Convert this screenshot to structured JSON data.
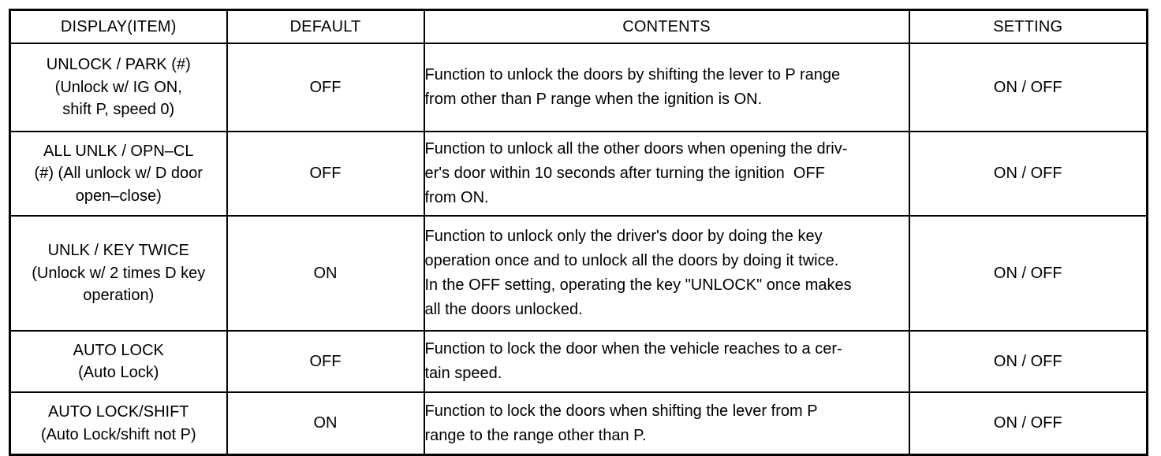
{
  "table": {
    "headers": [
      {
        "label": "DISPLAY(ITEM)"
      },
      {
        "label": "DEFAULT"
      },
      {
        "label": "CONTENTS"
      },
      {
        "label": "SETTING"
      }
    ],
    "rows": [
      {
        "item_lines": [
          "UNLOCK / PARK (#)",
          "(Unlock w/ IG ON,",
          "shift P, speed 0)"
        ],
        "default": "OFF",
        "contents_lines": [
          "Function to unlock the doors by shifting the lever to P range",
          "from other than P range when the ignition is ON."
        ],
        "setting": "ON / OFF"
      },
      {
        "item_lines": [
          "ALL UNLK / OPN–CL",
          "(#) (All unlock w/ D door",
          "open–close)"
        ],
        "default": "OFF",
        "contents_lines": [
          "Function to unlock all the other doors when opening the driv-",
          "er's door within 10 seconds after turning the ignition  OFF",
          "from ON."
        ],
        "setting": "ON / OFF"
      },
      {
        "item_lines": [
          "UNLK / KEY TWICE",
          "(Unlock w/ 2 times D key",
          "operation)"
        ],
        "default": "ON",
        "contents_lines": [
          "Function to unlock only the driver's door by doing the key",
          "operation once and to unlock all the doors by doing it twice.",
          "In the OFF setting, operating the key \"UNLOCK\" once makes",
          "all the doors unlocked."
        ],
        "setting": "ON / OFF"
      },
      {
        "item_lines": [
          "AUTO LOCK",
          "(Auto Lock)"
        ],
        "default": "OFF",
        "contents_lines": [
          "Function to lock the door when the vehicle reaches to a cer-",
          "tain speed."
        ],
        "setting": "ON / OFF"
      },
      {
        "item_lines": [
          "AUTO LOCK/SHIFT",
          "(Auto Lock/shift not P)"
        ],
        "default": "ON",
        "contents_lines": [
          "Function to lock the doors when shifting the lever from P",
          "range to the range other than P."
        ],
        "setting": "ON / OFF"
      }
    ]
  },
  "colors": {
    "border": "#000000",
    "text": "#000000",
    "background": "#ffffff"
  }
}
